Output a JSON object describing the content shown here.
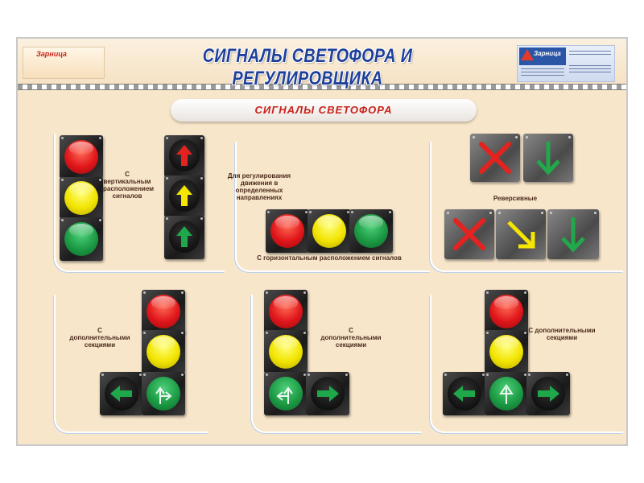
{
  "header": {
    "title": "СИГНАЛЫ СВЕТОФОРА И РЕГУЛИРОВЩИКА",
    "left_logo_brand": "Зарница",
    "right_logo_brand": "Зарница"
  },
  "section": {
    "title": "СИГНАЛЫ СВЕТОФОРА"
  },
  "captions": {
    "vertical": "С вертикальным расположением сигналов",
    "directional": "Для регулирования движения в определенных направлениях",
    "horizontal": "С горизонтальным расположением сигналов",
    "reversible": "Реверсивные",
    "additional_1": "С дополнительными секциями",
    "additional_2": "С дополнительными секциями",
    "additional_3": "С дополнительными секциями"
  },
  "colors": {
    "title_blue": "#1e3f9a",
    "section_red": "#c9211a",
    "poster_bg": "#f8e6cb",
    "signal_red": "#e0161b",
    "signal_yellow": "#f2e400",
    "signal_green": "#1c9a44"
  },
  "icons": [
    "up-arrow-icon",
    "left-arrow-icon",
    "right-arrow-icon",
    "down-arrow-icon",
    "diagonal-arrow-icon",
    "cross-icon",
    "turn-arrow-icon"
  ]
}
